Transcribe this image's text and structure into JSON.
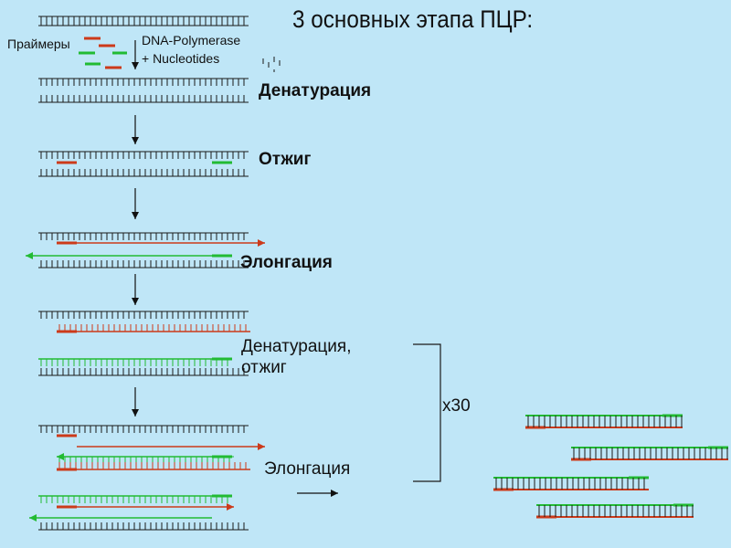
{
  "title": "3 основных этапа ПЦР:",
  "labels": {
    "primers": "Праймеры",
    "polymerase_line1": "DNA-Polymerase",
    "polymerase_line2": "+ Nucleotides"
  },
  "stages": {
    "denaturation": "Денатурация",
    "annealing": "Отжиг",
    "elongation": "Элонгация",
    "denat_anneal_line1": "Денатурация,",
    "denat_anneal_line2": "отжиг",
    "elongation_repeat": "Элонгация"
  },
  "cycles": "x30",
  "colors": {
    "background": "#bfe6f7",
    "dna": "#1a1a1a",
    "primer_red": "#cc3a1a",
    "primer_green": "#22bb33",
    "arrow": "#111111"
  }
}
